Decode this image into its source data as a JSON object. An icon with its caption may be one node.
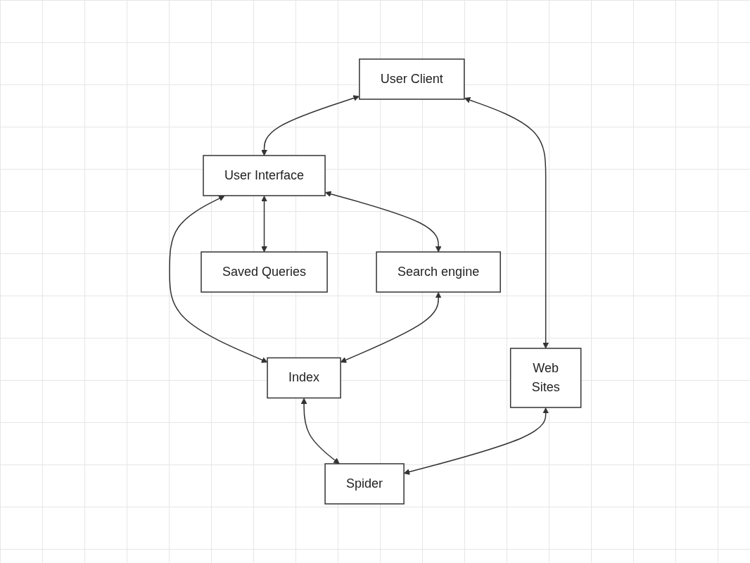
{
  "diagram": {
    "nodes": [
      {
        "text": [
          "User Client"
        ]
      },
      {
        "text": [
          "User Interface"
        ]
      },
      {
        "text": [
          "Search engine"
        ]
      },
      {
        "text": [
          "Saved Queries"
        ]
      },
      {
        "text": [
          "Index"
        ]
      },
      {
        "text": [
          "Web",
          "Sites"
        ]
      },
      {
        "text": [
          "Spider"
        ]
      }
    ],
    "edges": [
      {
        "from": 0,
        "to": 1,
        "arrow": "both"
      },
      {
        "from": 1,
        "to": 2,
        "arrow": "both"
      },
      {
        "from": 0,
        "to": 5,
        "arrow": "both"
      },
      {
        "from": 1,
        "to": 3,
        "arrow": "both"
      },
      {
        "from": 1,
        "to": 4,
        "arrow": "both"
      },
      {
        "from": 2,
        "to": 4,
        "arrow": "both"
      },
      {
        "from": 4,
        "to": 6,
        "arrow": "both"
      },
      {
        "from": 5,
        "to": 6,
        "arrow": "both"
      }
    ]
  }
}
